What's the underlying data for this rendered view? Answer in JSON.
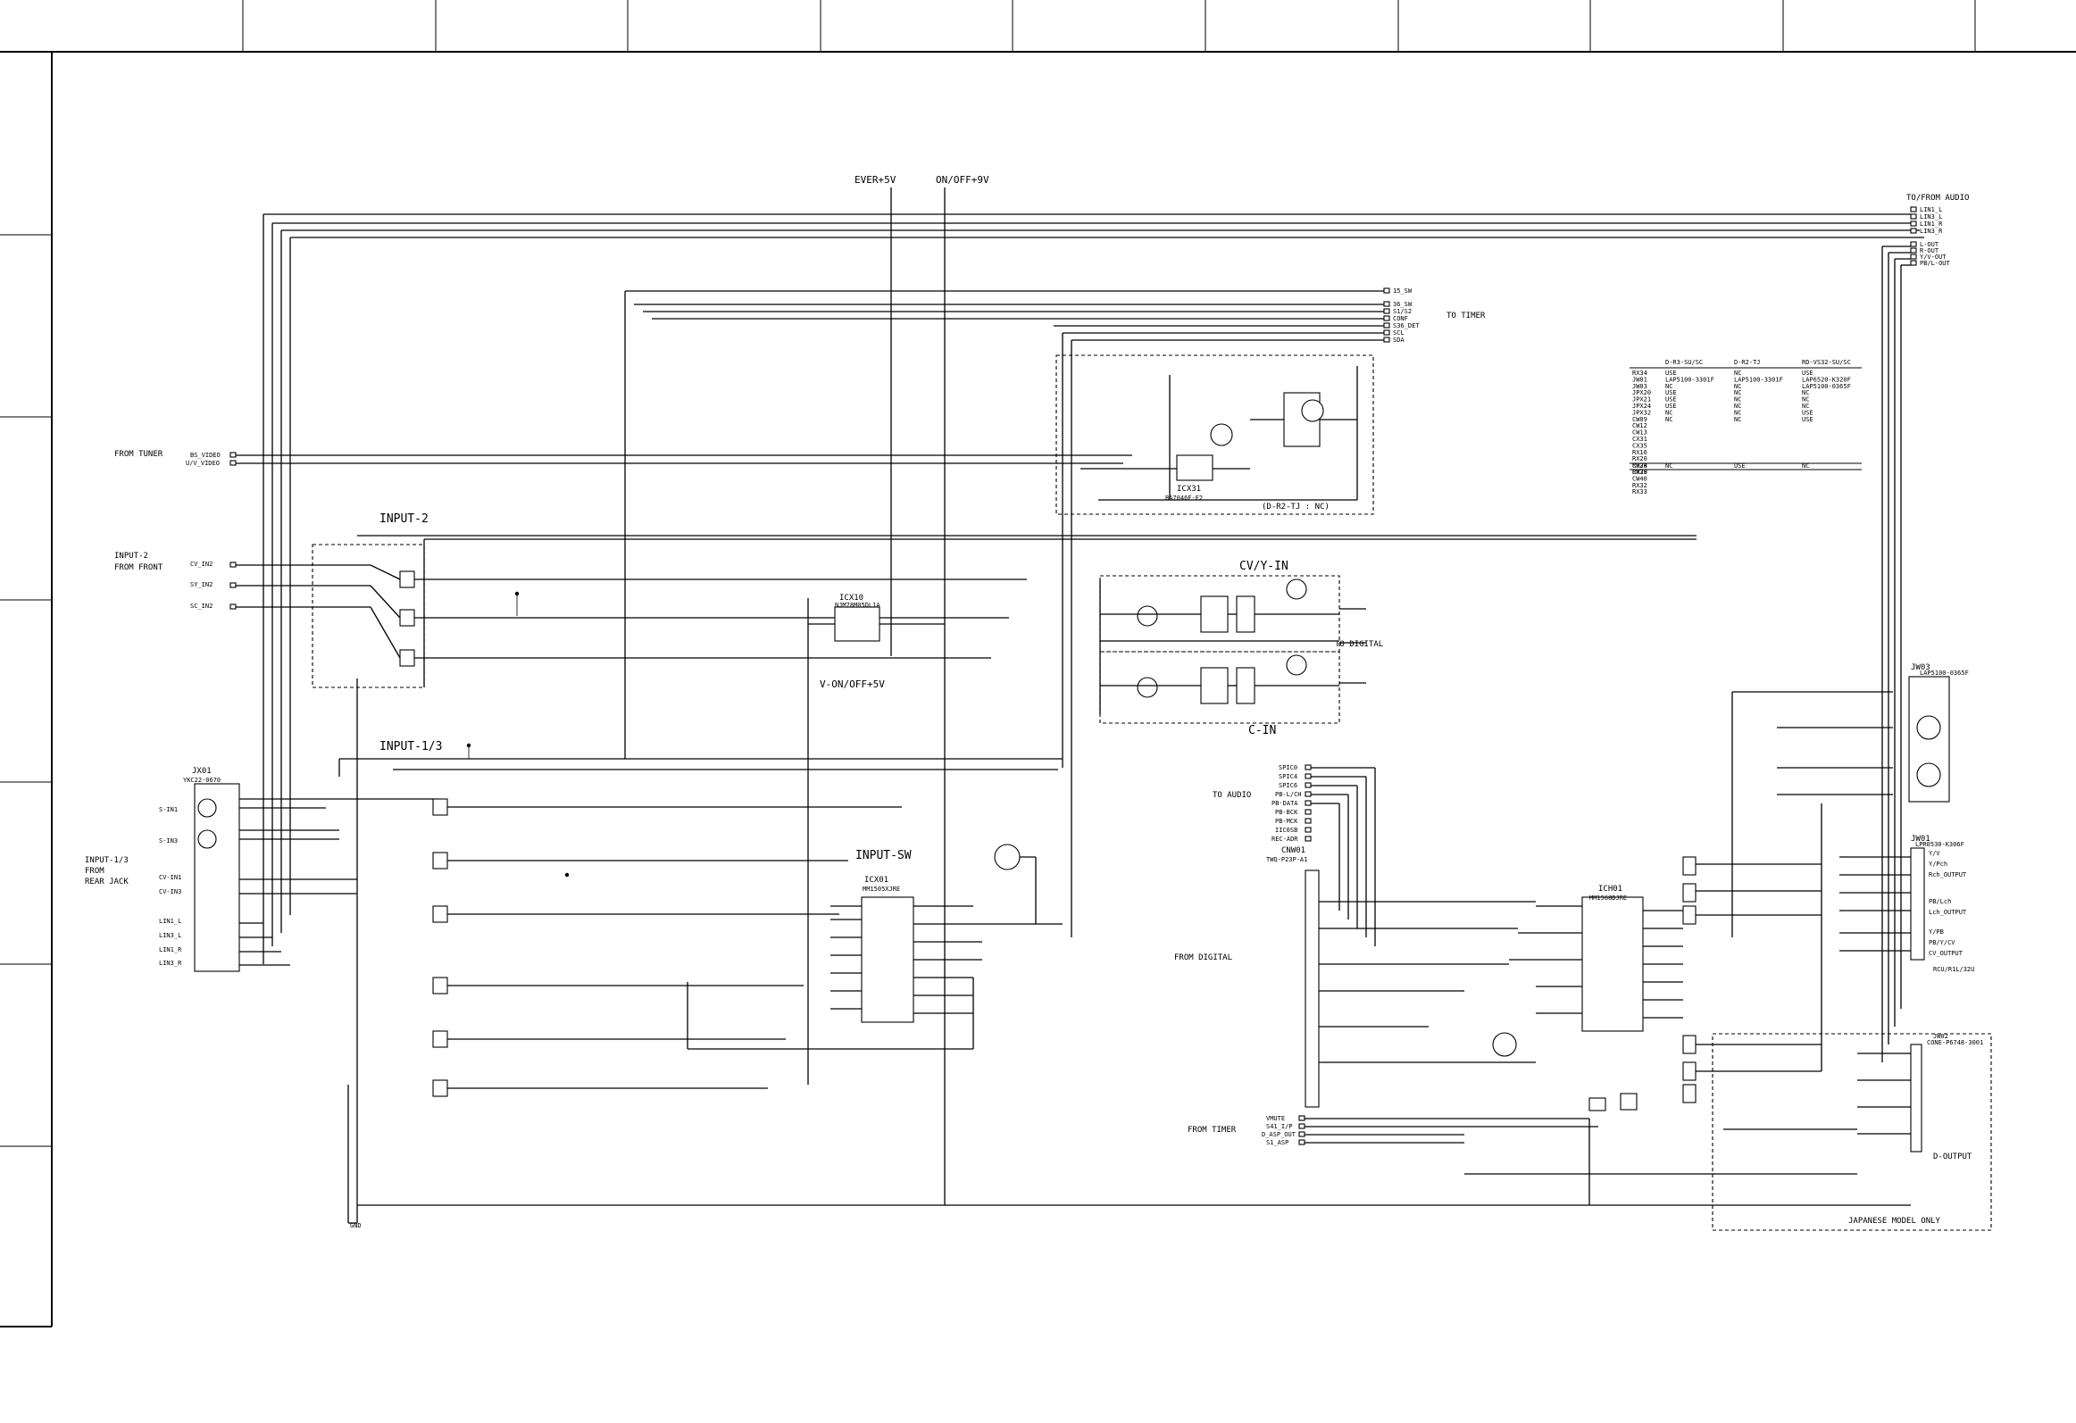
{
  "power": {
    "ever5v": "EVER+5V",
    "onoff9v": "ON/OFF+9V",
    "vonoff5v": "V-ON/OFF+5V"
  },
  "sections": {
    "input2": "INPUT-2",
    "input13": "INPUT-1/3",
    "inputsw": "INPUT-SW",
    "cvyin": "CV/Y-IN",
    "cin": "C-IN",
    "doutput": "D-OUTPUT",
    "japanese": "JAPANESE MODEL ONLY",
    "note_ic": "(D-R2-TJ : NC)"
  },
  "sources": {
    "from_tuner": "FROM TUNER",
    "input2_from_front_1": "INPUT-2",
    "input2_from_front_2": "FROM FRONT",
    "input13_1": "INPUT-1/3",
    "input13_2": "FROM",
    "input13_3": "REAR JACK",
    "to_timer": "TO TIMER",
    "to_digital": "TO DIGITAL",
    "to_audio": "TO AUDIO",
    "from_digital": "FROM DIGITAL",
    "from_timer": "FROM TIMER",
    "to_from_audio": "TO/FROM AUDIO",
    "gnd": "GND"
  },
  "tuner_pins": [
    "BS_VIDEO",
    "U/V_VIDEO"
  ],
  "front_pins": [
    "CV_IN2",
    "SY_IN2",
    "SC_IN2"
  ],
  "rear_pins": [
    "S-IN1",
    "S-IN3",
    "CV-IN1",
    "CV-IN3",
    "LIN1_L",
    "LIN3_L",
    "LIN1_R",
    "LIN3_R"
  ],
  "timer_pins": [
    "15_SW",
    "36_SW",
    "S1/S2",
    "CONF",
    "S36_DET",
    "SCL",
    "SDA"
  ],
  "audio_top_pins": [
    "LIN1_L",
    "LIN3_L",
    "LIN1_R",
    "LIN3_R",
    "L-OUT",
    "R-OUT",
    "Y/V-OUT",
    "PB/L-OUT"
  ],
  "audio_pins": [
    "SPIC0",
    "SPIC4",
    "SPIC6",
    "PB-L/CH",
    "PB-DATA",
    "PB-BCK",
    "PB-MCK",
    "IIC0SB",
    "REC-ADR"
  ],
  "from_timer_pins": [
    "VMUTE",
    "S41_I/P",
    "D_ASP_OUT",
    "S1_ASP"
  ],
  "ics": {
    "icx01_name": "ICX01",
    "icx01_part": "MM1505XJRE",
    "ich01_name": "ICH01",
    "ich01_part": "MM1568DJRE",
    "icx10_name": "ICX10",
    "icx10_part": "NJM78M05DL1A",
    "icx31_name": "ICX31",
    "icx31_part": "BA7046F-E2",
    "jx01_name": "JX01",
    "jx01_part": "YKC22-0670",
    "cnw01_name": "CNW01",
    "cnw01_part": "TWQ-P23P-A1",
    "jw01_name": "JW01",
    "jw01_part": "LPR0530-K306F",
    "jw03_name": "JW03",
    "jw03_part": "LAP5100-0365F",
    "jw02_name": "JW02",
    "jw02_part": "CONE-P6748-3001"
  },
  "out_pins": [
    "Y/V",
    "Y/Pch",
    "Rch_OUTPUT",
    "PB/Lch",
    "Lch_OUTPUT",
    "Y/PB",
    "PB/Y/CV",
    "CV_OUTPUT"
  ],
  "region_label": "RCU/R1L/32U",
  "table_head": [
    "D-R3-SU/SC",
    "D-R2-TJ",
    "RD-VS32-SU/SC"
  ],
  "table_rows": [
    [
      "RX34",
      "USE",
      "NC",
      "USE"
    ],
    [
      "JW01",
      "LAP5100-3301F",
      "LAP5100-3301F",
      "LAP6520-K320F"
    ],
    [
      "JW03",
      "NC",
      "NC",
      "LAP5100-0365F"
    ],
    [
      "JPX20",
      "USE",
      "NC",
      "NC"
    ],
    [
      "JPX21",
      "USE",
      "NC",
      "NC"
    ],
    [
      "JPX24",
      "USE",
      "NC",
      "NC"
    ],
    [
      "JPX32",
      "NC",
      "NC",
      "USE"
    ],
    [
      "CW09",
      "NC",
      "NC",
      "USE"
    ]
  ],
  "table_tail_rows": [
    [
      "CW38",
      "NC",
      "USE",
      "NC"
    ]
  ],
  "table_extra_refs": [
    "CW12",
    "CW13",
    "CX31",
    "CX35",
    "RX16",
    "RX20",
    "RX24",
    "RX28"
  ],
  "table_tail_refs": [
    "CW39",
    "CW40",
    "RX32",
    "RX33"
  ],
  "top_border_cells": 10,
  "left_border_cells": 7
}
